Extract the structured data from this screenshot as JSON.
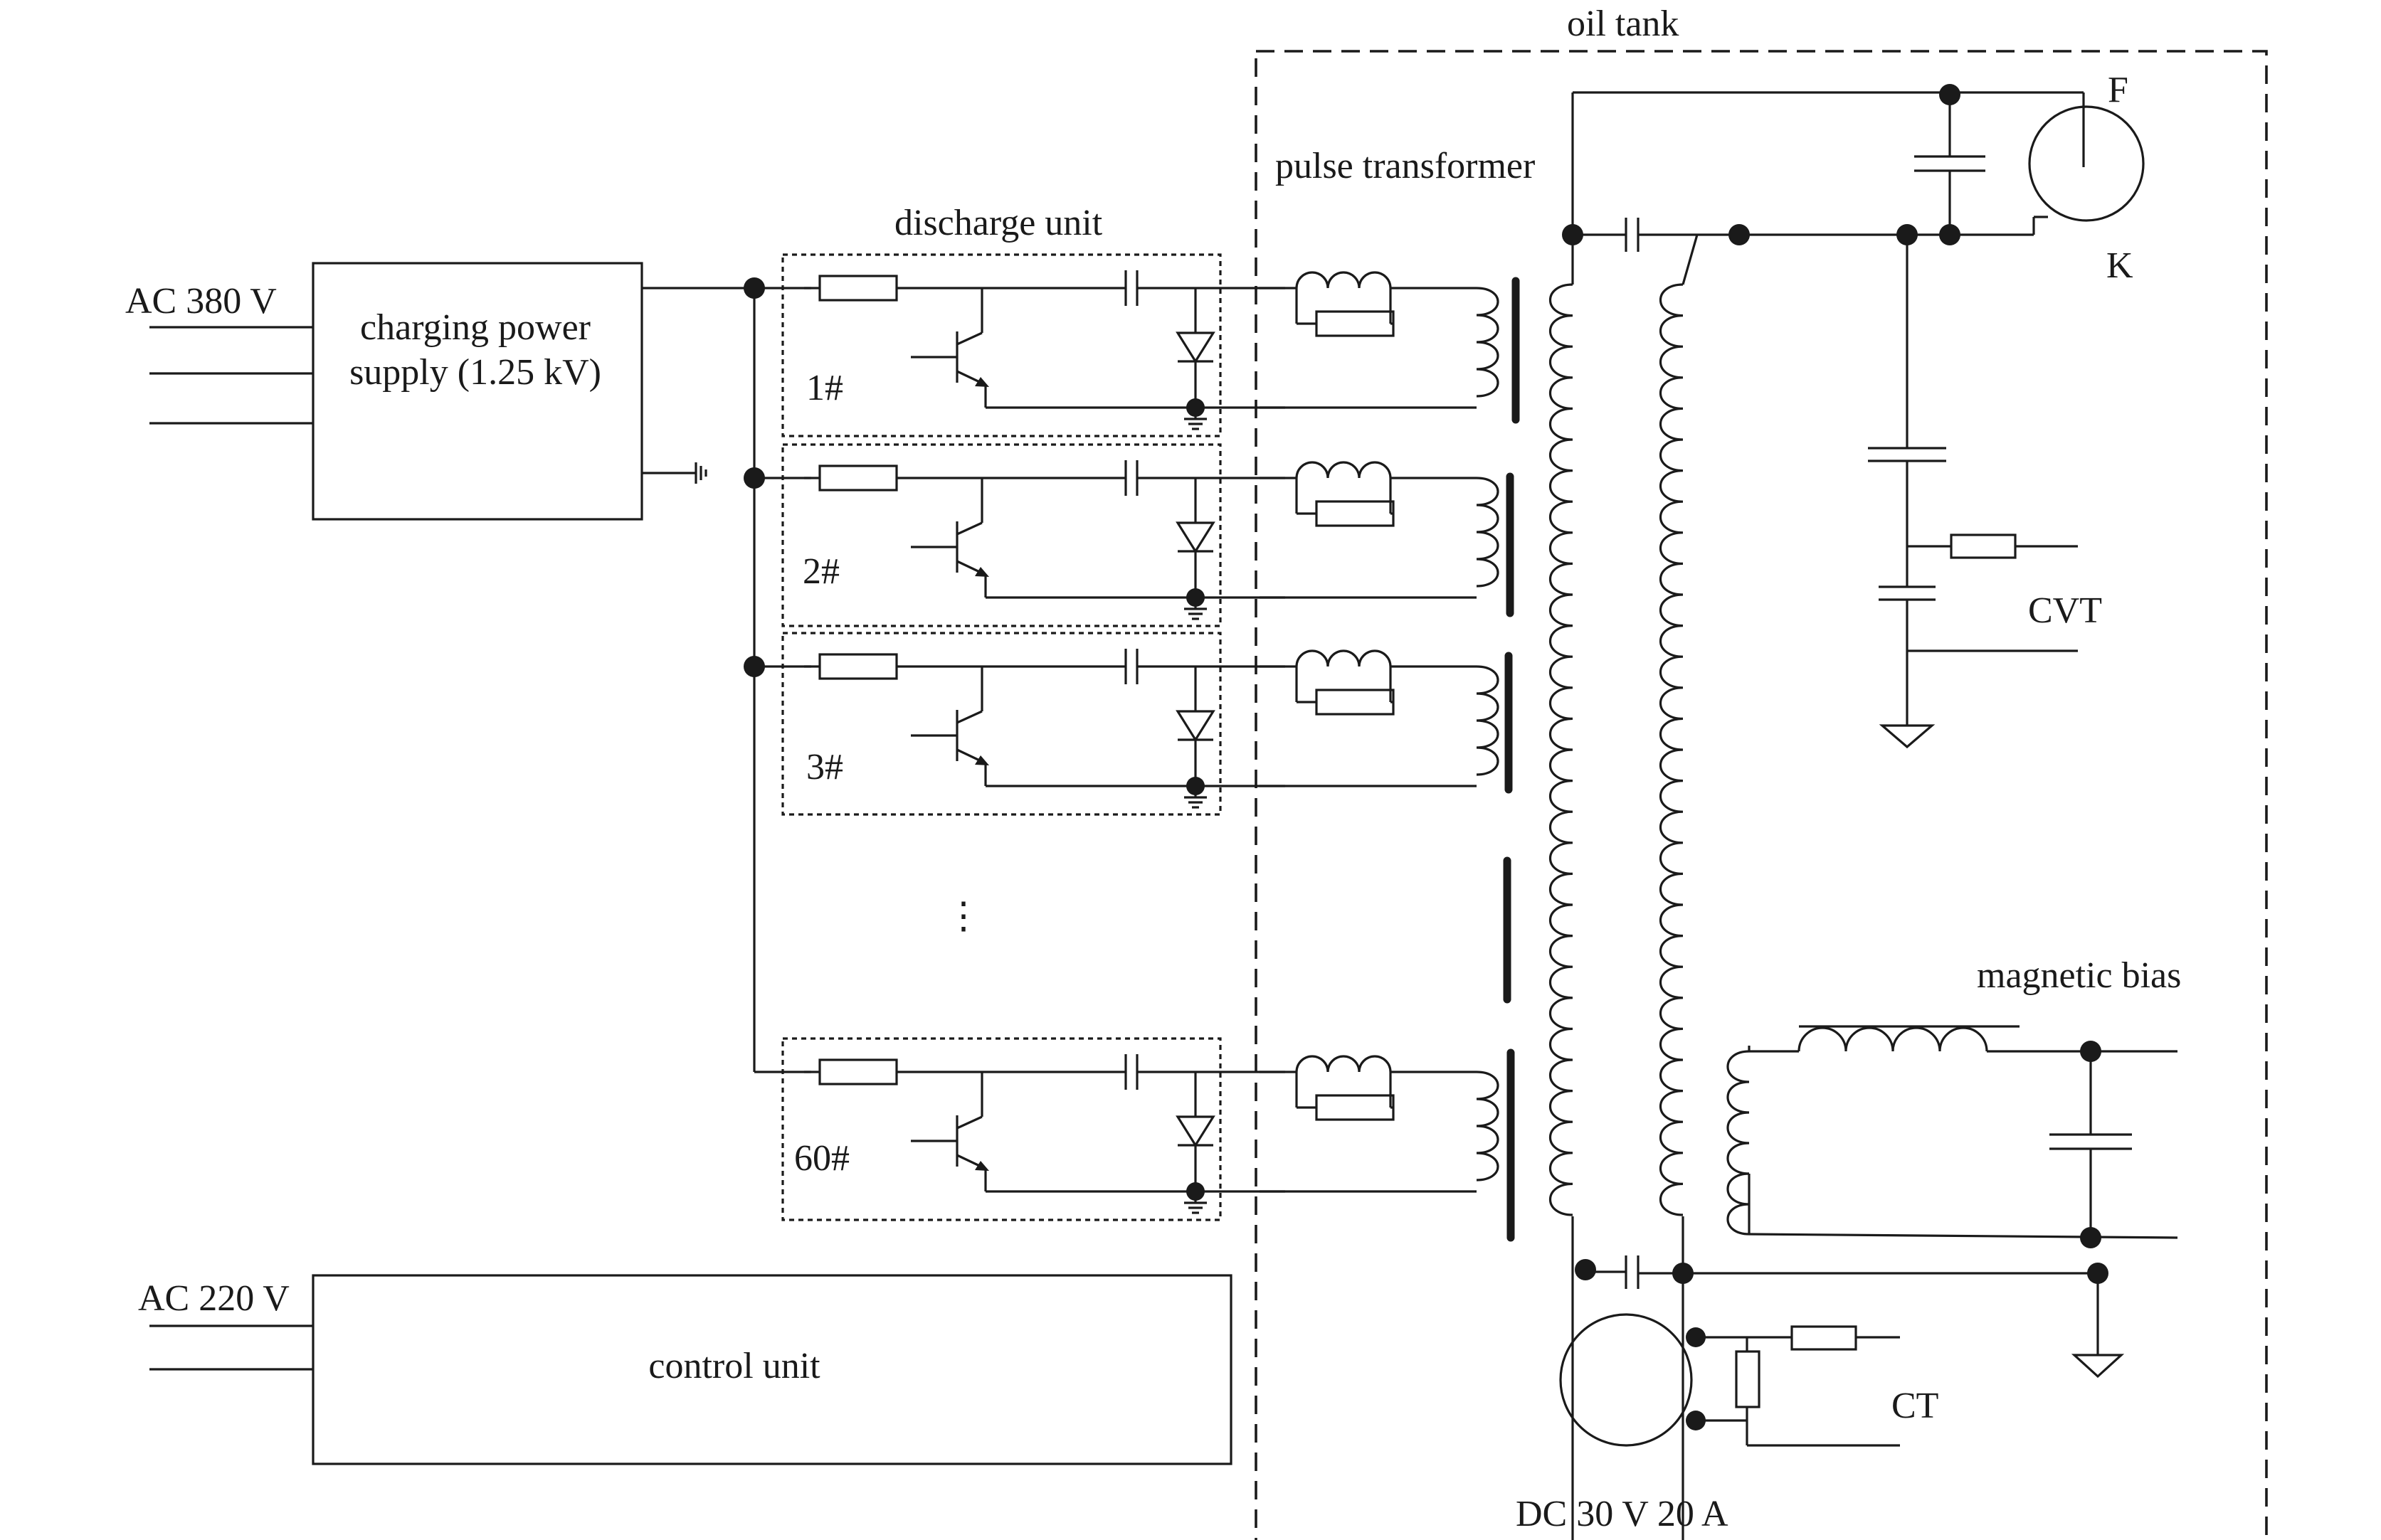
{
  "labels": {
    "oil_tank": "oil tank",
    "pulse_transformer": "pulse transformer",
    "discharge_unit": "discharge unit",
    "ac_380": "AC 380 V",
    "charging_supply_line1": "charging power",
    "charging_supply_line2": "supply (1.25 kV)",
    "unit_1": "1#",
    "unit_2": "2#",
    "unit_3": "3#",
    "ellipsis": "⋮",
    "unit_60": "60#",
    "ac_220": "AC 220 V",
    "control_unit": "control unit",
    "filament": "F",
    "cathode": "K",
    "cvt": "CVT",
    "magnetic_bias": "magnetic bias",
    "ct": "CT",
    "dc_supply": "DC 30 V 20 A"
  },
  "discharge_modules": [
    "1#",
    "2#",
    "3#",
    "60#"
  ]
}
